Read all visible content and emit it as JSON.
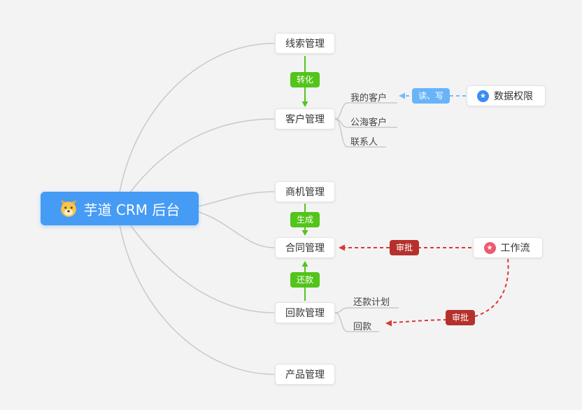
{
  "root": {
    "label": "芋道 CRM 后台"
  },
  "nodes": {
    "clue": "线索管理",
    "customer": "客户管理",
    "opportunity": "商机管理",
    "contract": "合同管理",
    "receivable": "回款管理",
    "product": "产品管理",
    "data_permission": "数据权限",
    "workflow": "工作流"
  },
  "customer_children": {
    "my": "我的客户",
    "pool": "公海客户",
    "contact": "联系人"
  },
  "receivable_children": {
    "plan": "还款计划",
    "payment": "回款"
  },
  "edge_labels": {
    "convert": "转化",
    "generate": "生成",
    "repay": "还款",
    "read_write": "读、写",
    "approve_contract": "审批",
    "approve_receivable": "审批"
  },
  "icons": {
    "star_glyph": "★",
    "root_icon": "dog-face"
  },
  "colors": {
    "background": "#f3f3f4",
    "root_bg": "#469bf5",
    "branch_line": "#c9c9c9",
    "green": "#52c41a",
    "blue_line": "#74bcf9",
    "blue_badge": "#68b4f8",
    "red_line": "#dc3a34",
    "red_badge": "#b5312b",
    "star_blue": "#3a8df2",
    "star_pink": "#ee5b6e"
  }
}
